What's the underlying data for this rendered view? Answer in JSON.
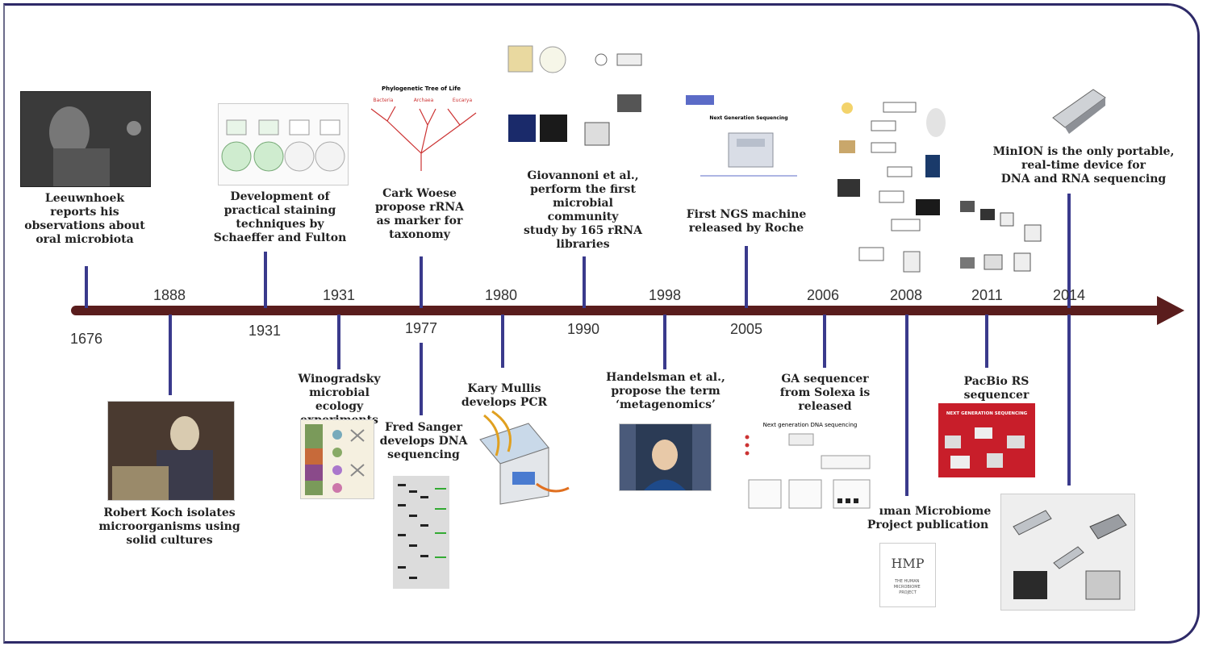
{
  "events": [
    {
      "id": "leeuwenhoek",
      "year": "1676",
      "caption": "Leeuwnhoek\nreports his\nobservations about\noral microbiota"
    },
    {
      "id": "koch",
      "year": "1888",
      "caption": "Robert Koch isolates\nmicroorganisms using\nsolid cultures"
    },
    {
      "id": "staining",
      "year": "1931",
      "caption": "Development of\npractical staining\ntechniques by\nSchaeffer and Fulton"
    },
    {
      "id": "winogradsky",
      "year": "1931",
      "caption": "Winogradsky\nmicrobial ecology\nexperiments"
    },
    {
      "id": "woese",
      "year": "1977",
      "caption": "Cark Woese\npropose rRNA\nas marker for\ntaxonomy"
    },
    {
      "id": "sanger",
      "year": "1977",
      "caption": "Fred Sanger\ndevelops DNA\nsequencing"
    },
    {
      "id": "mullis",
      "year": "1980",
      "caption": "Kary Mullis\ndevelops PCR"
    },
    {
      "id": "giovannoni",
      "year": "1990",
      "caption": "Giovannoni et al.,\nperform the first\nmicrobial community\nstudy by 165 rRNA\nlibraries"
    },
    {
      "id": "handelsman",
      "year": "1998",
      "caption": "Handelsman et al.,\npropose the term\n‘metagenomics’"
    },
    {
      "id": "roche",
      "year": "2005",
      "caption": "First NGS machine\nreleased by Roche"
    },
    {
      "id": "solexa",
      "year": "2006",
      "caption": "GA sequencer\nfrom Solexa is\nreleased"
    },
    {
      "id": "hmp",
      "year": "2008",
      "caption": "Human Microbiome\nProject publication"
    },
    {
      "id": "pacbio",
      "year": "2011",
      "caption": "PacBio RS sequencer\nis released"
    },
    {
      "id": "minion",
      "year": "2014",
      "caption": "MinION is the only portable,\nreal-time device for\nDNA and RNA sequencing"
    }
  ],
  "figure_text": {
    "tree_title": "Phylogenetic Tree of Life",
    "tree_domains": [
      "Bacteria",
      "Archaea",
      "Eucarya"
    ],
    "roche_title": "Next Generation Sequencing",
    "solexa_title": "Next generation DNA sequencing",
    "pacbio_banner": "NEXT GENERATION SEQUENCING",
    "hmp_logo": "HMP",
    "hmp_subtitle": "THE HUMAN\nMICROBIOME\nPROJECT"
  },
  "colors": {
    "axis": "#5a1d1d",
    "stem": "#3a3a8c",
    "frame": "#2e2a68"
  }
}
